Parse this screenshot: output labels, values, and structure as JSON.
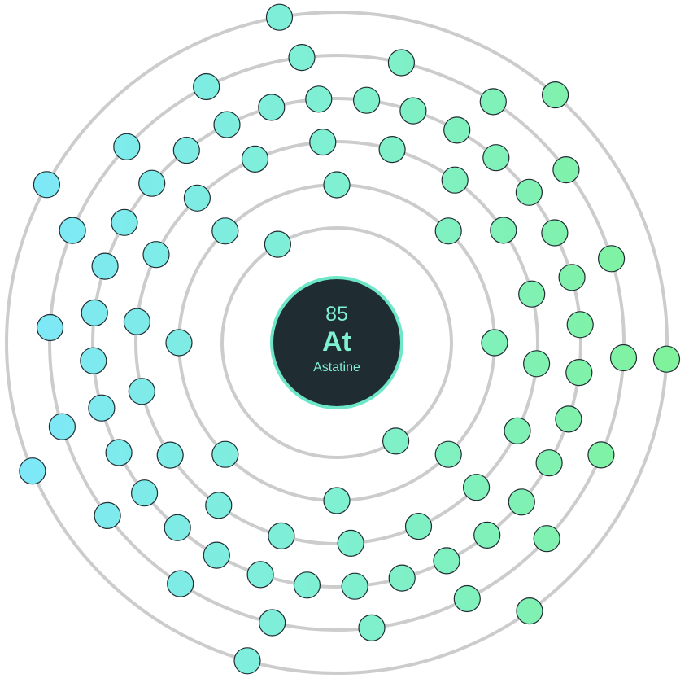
{
  "element": {
    "atomic_number": "85",
    "symbol": "At",
    "name": "Astatine"
  },
  "shells": [
    2,
    8,
    18,
    32,
    18,
    7
  ],
  "colors": {
    "nucleus_fill": "#1f2d33",
    "nucleus_border": "#6ee7c8",
    "nucleus_text": "#7ff0d0",
    "shell_stroke": "#cccccc",
    "electron_stroke": "#1f2d33",
    "electron_gradient": [
      "#7ee8fa",
      "#7ff0d0",
      "#80f29a"
    ]
  }
}
